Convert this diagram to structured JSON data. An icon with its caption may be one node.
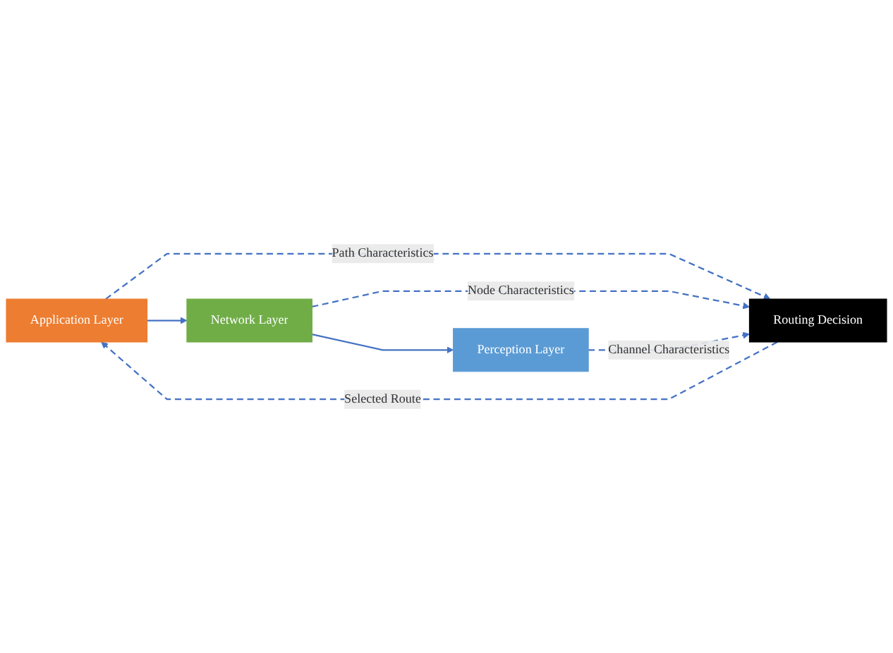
{
  "diagram": {
    "nodes": [
      {
        "text": [
          "Application Layer"
        ]
      },
      {
        "text": [
          "Network Layer"
        ]
      },
      {
        "text": [
          "Routing Decision"
        ]
      },
      {
        "text": [
          "Perception Layer"
        ]
      }
    ],
    "edges": [
      {
        "from": 0,
        "to": 1,
        "arrow": "to"
      },
      {
        "from": 1,
        "to": 3,
        "arrow": "to"
      },
      {
        "from": 2,
        "to": 0,
        "arrow": "to",
        "label": "Selected Route",
        "style": "dashed"
      },
      {
        "from": 0,
        "to": 2,
        "arrow": "to",
        "label": "Path Characteristics",
        "style": "dashed"
      },
      {
        "from": 1,
        "to": 2,
        "arrow": "to",
        "label": "Node Characteristics",
        "style": "dashed"
      },
      {
        "from": 3,
        "to": 2,
        "arrow": "to",
        "label": "Channel Characteristics",
        "style": "dashed"
      }
    ]
  }
}
